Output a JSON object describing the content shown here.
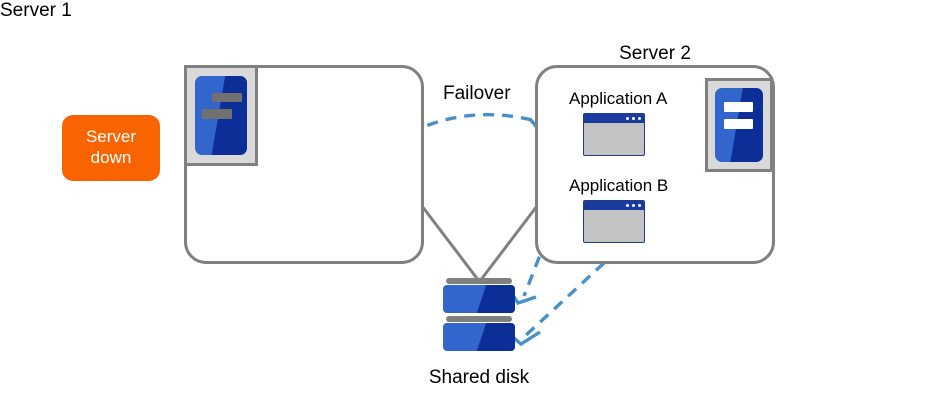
{
  "diagram": {
    "title_hidden": "",
    "servers": [
      {
        "id": "server1",
        "title": "Server 1",
        "icon_name": "server-down-icon",
        "state": "down"
      },
      {
        "id": "server2",
        "title": "Server 2",
        "icon_name": "server-active-icon",
        "state": "active"
      }
    ],
    "badge": {
      "line1": "Server",
      "line2": "down",
      "color": "#fa6400",
      "text_color": "#ffffff"
    },
    "applications": [
      {
        "label": "Application A",
        "icon_name": "app-window-icon"
      },
      {
        "label": "Application B",
        "icon_name": "app-window-icon"
      }
    ],
    "failover": {
      "label": "Failover",
      "arrow_color": "#4a90c8",
      "style": "dashed-curved-arrow"
    },
    "storage": {
      "label": "Shared disk",
      "icon_name": "disk-stack-icon",
      "color_light": "#3366cc",
      "color_dark": "#0b2f96"
    },
    "connectors": {
      "server_to_disk_color": "#808080",
      "app_to_disk_color": "#4a90c8"
    }
  }
}
